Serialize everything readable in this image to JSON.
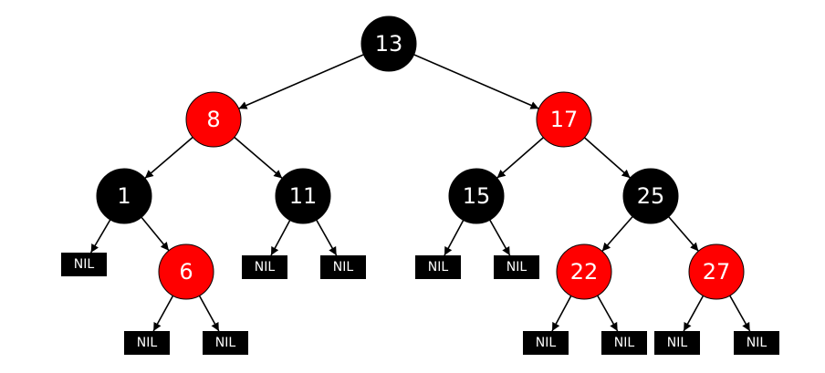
{
  "colors": {
    "black_node": "#000000",
    "red_node": "#ff0000",
    "node_text": "#ffffff",
    "edge": "#000000",
    "background": "#ffffff"
  },
  "tree": {
    "nodes": [
      {
        "id": "n13",
        "label": "13",
        "color": "black"
      },
      {
        "id": "n8",
        "label": "8",
        "color": "red"
      },
      {
        "id": "n17",
        "label": "17",
        "color": "red"
      },
      {
        "id": "n1",
        "label": "1",
        "color": "black"
      },
      {
        "id": "n11",
        "label": "11",
        "color": "black"
      },
      {
        "id": "n15",
        "label": "15",
        "color": "black"
      },
      {
        "id": "n25",
        "label": "25",
        "color": "black"
      },
      {
        "id": "n6",
        "label": "6",
        "color": "red"
      },
      {
        "id": "n22",
        "label": "22",
        "color": "red"
      },
      {
        "id": "n27",
        "label": "27",
        "color": "red"
      },
      {
        "id": "nil1",
        "label": "NIL",
        "color": "nil"
      },
      {
        "id": "nil2",
        "label": "NIL",
        "color": "nil"
      },
      {
        "id": "nil3",
        "label": "NIL",
        "color": "nil"
      },
      {
        "id": "nil4",
        "label": "NIL",
        "color": "nil"
      },
      {
        "id": "nil5",
        "label": "NIL",
        "color": "nil"
      },
      {
        "id": "nil6",
        "label": "NIL",
        "color": "nil"
      },
      {
        "id": "nil7",
        "label": "NIL",
        "color": "nil"
      },
      {
        "id": "nil8",
        "label": "NIL",
        "color": "nil"
      },
      {
        "id": "nil9",
        "label": "NIL",
        "color": "nil"
      },
      {
        "id": "nil10",
        "label": "NIL",
        "color": "nil"
      },
      {
        "id": "nil11",
        "label": "NIL",
        "color": "nil"
      }
    ],
    "edges": [
      [
        "n13",
        "n8"
      ],
      [
        "n13",
        "n17"
      ],
      [
        "n8",
        "n1"
      ],
      [
        "n8",
        "n11"
      ],
      [
        "n17",
        "n15"
      ],
      [
        "n17",
        "n25"
      ],
      [
        "n1",
        "nil1"
      ],
      [
        "n1",
        "n6"
      ],
      [
        "n11",
        "nil2"
      ],
      [
        "n11",
        "nil3"
      ],
      [
        "n15",
        "nil4"
      ],
      [
        "n15",
        "nil5"
      ],
      [
        "n25",
        "n22"
      ],
      [
        "n25",
        "n27"
      ],
      [
        "n6",
        "nil6"
      ],
      [
        "n6",
        "nil7"
      ],
      [
        "n22",
        "nil8"
      ],
      [
        "n22",
        "nil9"
      ],
      [
        "n27",
        "nil10"
      ],
      [
        "n27",
        "nil11"
      ]
    ]
  }
}
